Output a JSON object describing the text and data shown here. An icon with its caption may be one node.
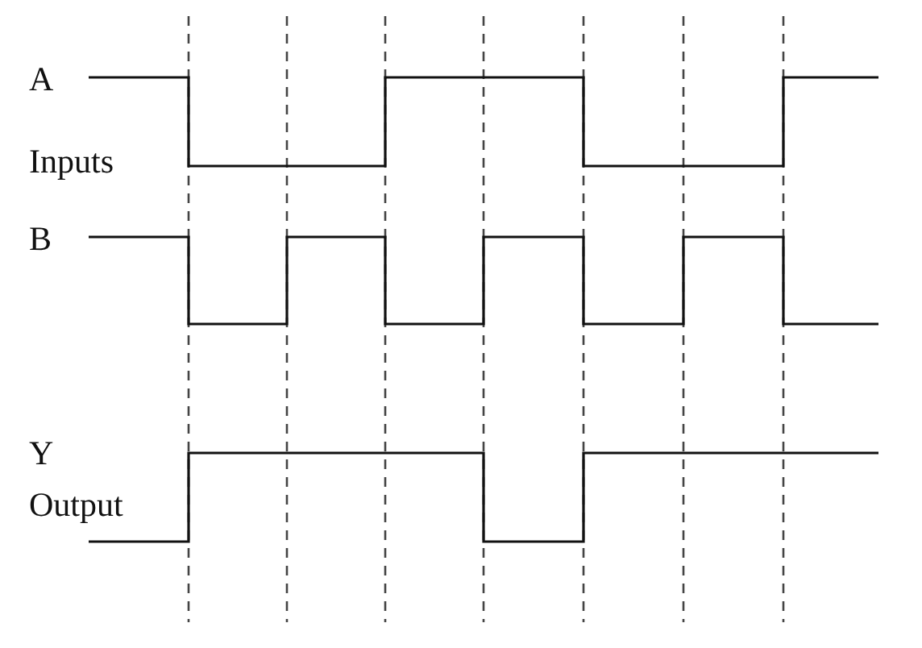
{
  "diagram": {
    "labels": [
      "A",
      "Inputs",
      "B",
      "Y",
      "Output"
    ]
  }
}
